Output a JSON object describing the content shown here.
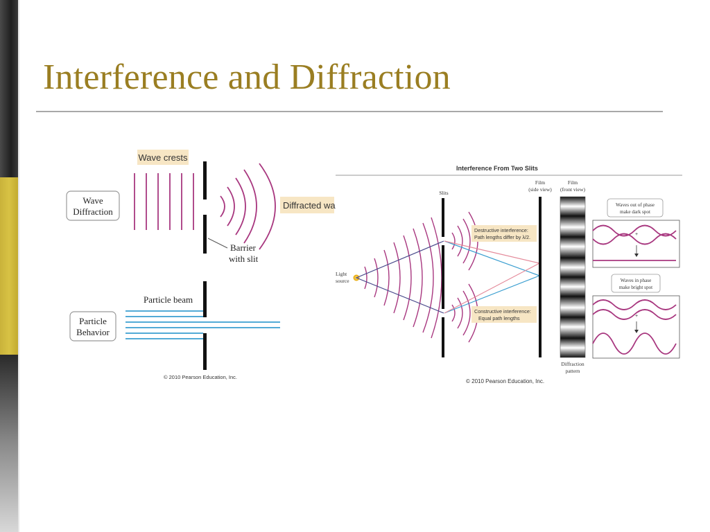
{
  "slide": {
    "title": "Interference and Diffraction"
  },
  "left_figure": {
    "wave_crests_label": "Wave crests",
    "wave_diffraction_label_line1": "Wave",
    "wave_diffraction_label_line2": "Diffraction",
    "diffracted_label": "Diffracted wa",
    "barrier_label_line1": "Barrier",
    "barrier_label_line2": "with slit",
    "particle_beam_label": "Particle beam",
    "particle_behavior_line1": "Particle",
    "particle_behavior_line2": "Behavior",
    "copyright": "© 2010 Pearson Education, Inc."
  },
  "right_figure": {
    "title": "Interference From Two Slits",
    "slits_label": "Slits",
    "film_side_line1": "Film",
    "film_side_line2": "(side view)",
    "film_front_line1": "Film",
    "film_front_line2": "(front view)",
    "light_source_line1": "Light",
    "light_source_line2": "source",
    "destructive_line1": "Destructive interference:",
    "destructive_line2": "Path lengths differ by λ/2.",
    "constructive_line1": "Constructive interference:",
    "constructive_line2": "Equal path lengths",
    "out_of_phase_line1": "Waves out of phase",
    "out_of_phase_line2": "make dark spot",
    "in_phase_line1": "Waves in phase",
    "in_phase_line2": "make bright spot",
    "plus_top": "+",
    "plus_bottom": "+",
    "pattern_line1": "Diffraction",
    "pattern_line2": "pattern",
    "copyright": "© 2010 Pearson Education, Inc."
  },
  "colors": {
    "title": "#9a7e22",
    "wave": "#a8377f",
    "beam": "#3a9ed0",
    "label_bg": "#f7e6c4"
  }
}
